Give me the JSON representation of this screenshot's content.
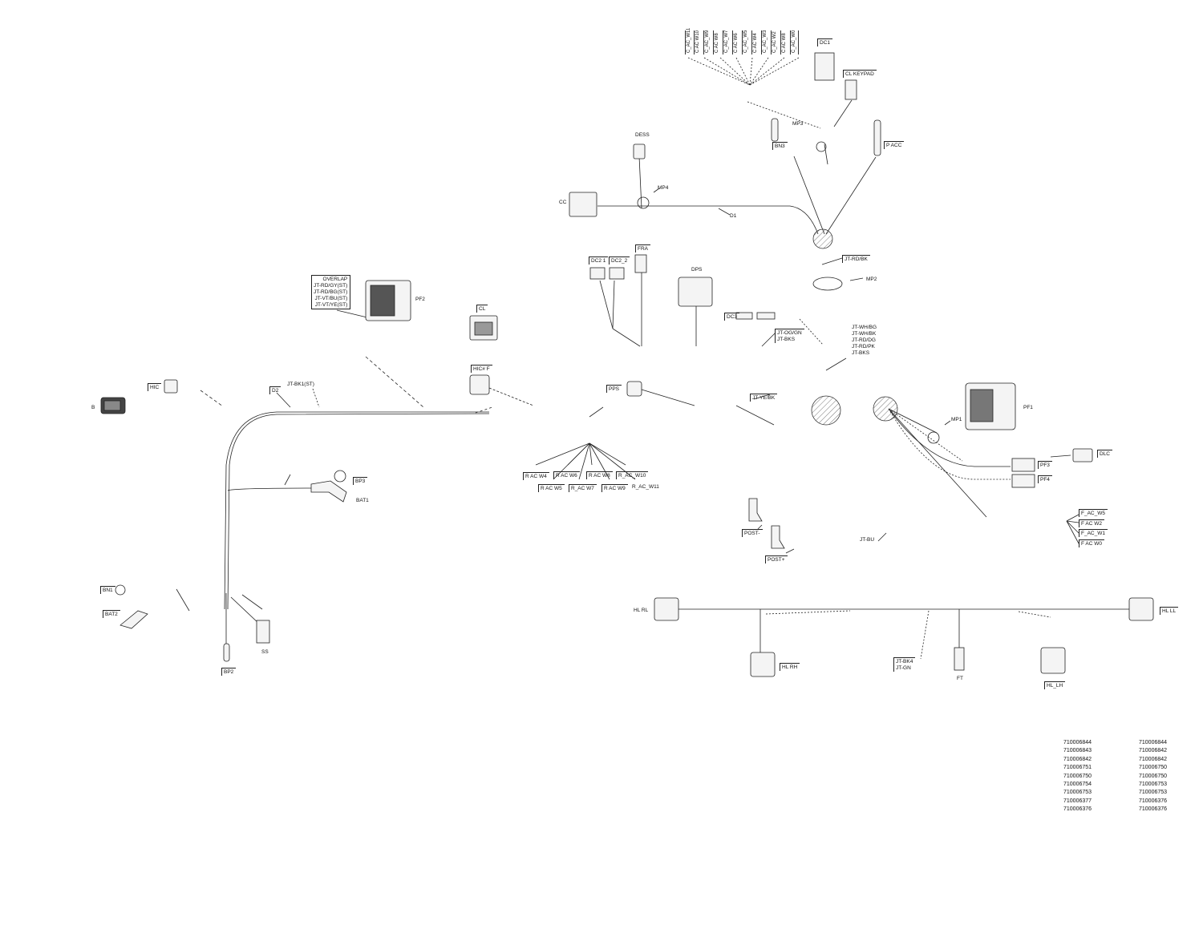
{
  "connectors": {
    "B": "B",
    "HIC": "HIC",
    "D2": "D2",
    "JT_BK1": "JT-BK1(ST)",
    "PF2": "PF2",
    "CL": "CL",
    "HIC_F": "HIC# F",
    "PPS": "PPS",
    "CC": "CC",
    "DESS": "DESS",
    "MP4": "MP4",
    "D1": "D1",
    "DC2_1": "DC2 1",
    "DC2_2": "DC2_2",
    "FRA": "FRA",
    "DPS": "DPS",
    "DC3": "DC3",
    "JT_OG": "JT-OG/GN\nJT-BKS",
    "JT_WH": "JT-WH/BG\nJT-WH/BK\nJT-RD/DG\nJT-RD/PK\nJT-BKS",
    "JT_YE": "JT-YE/BK",
    "DC1": "DC1",
    "CL_KEYPAD": "CL KEYPAD",
    "MP3": "MP3",
    "BN3": "BN3",
    "P_ACC": "P ACC",
    "JT_RDBK": "JT-RD/BK",
    "MP2": "MP2",
    "MP1": "MP1",
    "PF1": "PF1",
    "PF3": "PF3",
    "PF4": "PF4",
    "DLC": "DLC",
    "BP3": "BP3",
    "BAT1": "BAT1",
    "BN1": "BN1",
    "BAT2": "BAT2",
    "SS": "SS",
    "BP2": "BP2",
    "POST_M": "POST-",
    "POST_P": "POST+",
    "JT_BU": "JT-BU",
    "HL_RL": "HL RL",
    "HL_LL": "HL LL",
    "HL_RH": "HL RH",
    "HL_LH": "HL_LH",
    "FT": "FT",
    "JT_BK4": "JT-BK4\nJT-GN"
  },
  "overlap_box": "OVERLAP\nJT-RD/GY(ST)\nJT-RD/BG(ST)\nJT-VT/BU(ST)\nJT-VT/YE(ST)",
  "rear_ac": {
    "w4": "R AC W4",
    "w5": "R AC W5",
    "w6": "R AC W6",
    "w7": "R_AC W7",
    "w8": "R AC W8",
    "w9": "R AC W9",
    "w10": "R_AC_W10",
    "w11": "R_AC_W11"
  },
  "front_ac": {
    "w5": "F_AC_W5",
    "w2": "F AC W2",
    "w1": "F_AC_W1",
    "w0": "F AC W0"
  },
  "c_ac": [
    "C_AC_W11",
    "C AC W10",
    "C_AC_W9",
    "C AC W8",
    "C_AC_W7",
    "C AC W6",
    "C_AC_W5",
    "C AC W4",
    "C_AC_W3",
    "C_AC W2",
    "C AC W8",
    "C_AC_W0"
  ],
  "part_numbers": {
    "left": "710006844\n710006843\n710006842\n710006751\n710006750\n710006754\n710006753\n710006377\n710006376",
    "right": "710006844\n710006842\n710006842\n710006750\n710006750\n710006753\n710006753\n710006376\n710006376"
  }
}
